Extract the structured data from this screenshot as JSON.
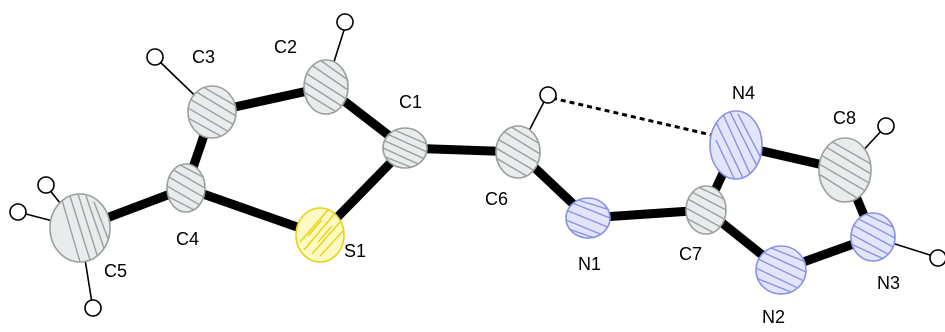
{
  "colors": {
    "carbon_fill": "#e9ecec",
    "carbon_stroke": "#9aa0a0",
    "nitrogen_fill": "#e3e6fb",
    "nitrogen_stroke": "#8a92e6",
    "sulfur_fill": "#fff9c4",
    "sulfur_stroke": "#e8d215",
    "bond": "#000000"
  },
  "atoms": [
    {
      "id": "C1",
      "label": "C1",
      "element": "C"
    },
    {
      "id": "C2",
      "label": "C2",
      "element": "C"
    },
    {
      "id": "C3",
      "label": "C3",
      "element": "C"
    },
    {
      "id": "C4",
      "label": "C4",
      "element": "C"
    },
    {
      "id": "C5",
      "label": "C5",
      "element": "C"
    },
    {
      "id": "S1",
      "label": "S1",
      "element": "S"
    },
    {
      "id": "C6",
      "label": "C6",
      "element": "C"
    },
    {
      "id": "N1",
      "label": "N1",
      "element": "N"
    },
    {
      "id": "C7",
      "label": "C7",
      "element": "C"
    },
    {
      "id": "N4",
      "label": "N4",
      "element": "N"
    },
    {
      "id": "C8",
      "label": "C8",
      "element": "C"
    },
    {
      "id": "N3",
      "label": "N3",
      "element": "N"
    },
    {
      "id": "N2",
      "label": "N2",
      "element": "N"
    }
  ]
}
